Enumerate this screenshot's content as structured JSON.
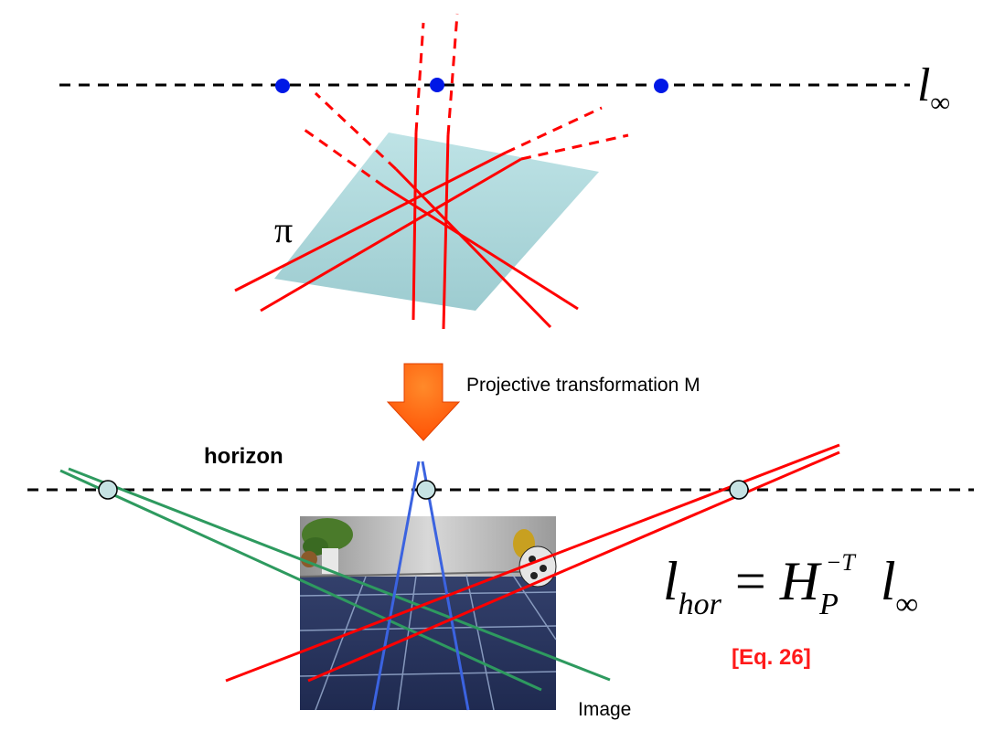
{
  "labels": {
    "plane": "π",
    "line_at_infinity": "l",
    "line_at_infinity_sub": "∞",
    "transformation_caption": "Projective transformation M",
    "horizon": "horizon",
    "image_caption": "Image",
    "eq_reference": "[Eq. 26]"
  },
  "equation": {
    "lhs": "l",
    "lhs_sub": "hor",
    "equals": "=",
    "matrix": "H",
    "matrix_sub": "P",
    "matrix_sup": "−T",
    "rhs": "l",
    "rhs_sub": "∞"
  },
  "colors": {
    "parallel_lines": "#ff0000",
    "vanishing_point_3d": "#0018e6",
    "plane_fill": "#a9d7db",
    "arrow": "#ff5a00",
    "vanishing_point_image": "#c6e2e3",
    "green_lines": "#2e9a5f",
    "blue_lines": "#3b63e0",
    "eq_reference": "#ff1a1a"
  },
  "icons": {
    "arrow": "down-arrow-icon",
    "image": "room-scene-image"
  }
}
